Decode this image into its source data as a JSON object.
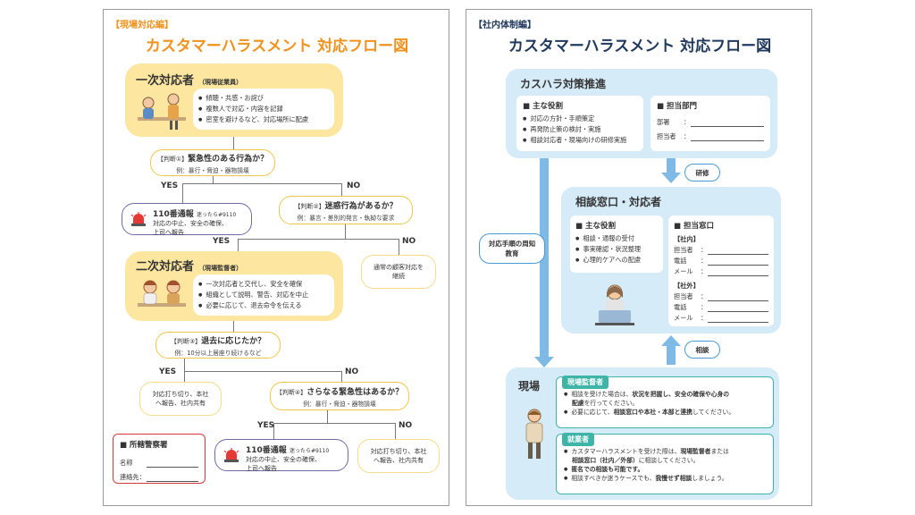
{
  "left": {
    "tag": "【現場対応編】",
    "title": "カスタマーハラスメント 対応フロー図",
    "primary": {
      "title": "一次対応者",
      "subtitle": "（現場従業員）",
      "items": [
        "傾聴・共感・お詫び",
        "複数人で対応・内容を記録",
        "密室を避けるなど、対応場所に配慮"
      ]
    },
    "d1": {
      "pre": "【判断①】",
      "q": "緊急性のある行為か？",
      "ex": "例：暴行・脅迫・器物損壊"
    },
    "yes": "YES",
    "no": "NO",
    "call1": {
      "title": "110番通報",
      "sub": "迷ったら#9110",
      "body1": "対応の中止、安全の確保、",
      "body2": "上司へ報告"
    },
    "d2": {
      "pre": "【判断②】",
      "q": "迷惑行為があるか？",
      "ex": "例：暴言・差別的発言・執拗な要求"
    },
    "normal": {
      "l1": "通常の顧客対応を",
      "l2": "継続"
    },
    "secondary": {
      "title": "二次対応者",
      "subtitle": "（現場監督者）",
      "items": [
        "一次対応者と交代し、安全を確保",
        "組織として説明、警告、対応を中止",
        "必要に応じて、退去命令を伝える"
      ]
    },
    "d3": {
      "pre": "【判断③】",
      "q": "退去に応じたか？",
      "ex": "例：10分以上居座り続けるなど"
    },
    "end1": {
      "l1": "対応打ち切り、本社",
      "l2": "へ報告、社内共有"
    },
    "d4": {
      "pre": "【判断④】",
      "q": "さらなる緊急性はあるか？",
      "ex": "例：暴行・脅迫・器物損壊"
    },
    "police": {
      "title": "所轄警察署",
      "name_label": "名称",
      "contact_label": "連絡先："
    },
    "call2": {
      "title": "110番通報",
      "sub": "迷ったら#9110",
      "body1": "対応の中止、安全の確保、",
      "body2": "上司へ報告"
    },
    "end2": {
      "l1": "対応打ち切り、本社",
      "l2": "へ報告、社内共有"
    }
  },
  "right": {
    "tag": "【社内体制編】",
    "title": "カスタマーハラスメント 対応フロー図",
    "promo": {
      "title": "カスハラ対策推進",
      "role_head": "主な役割",
      "roles": [
        "対応の方針・手順策定",
        "再発防止策の検討・実施",
        "相談対応者・現場向けの研修実施"
      ],
      "dept_head": "担当部門",
      "dept_label": "部署",
      "person_label": "担当者"
    },
    "training": "研修",
    "desk": {
      "title": "相談窓口・対応者",
      "role_head": "主な役割",
      "roles": [
        "相談・通報の受付",
        "事実確認・状況整理",
        "心理的ケアへの配慮"
      ],
      "contact_head": "担当窓口",
      "internal": "【社内】",
      "external": "【社外】",
      "person_label": "担当者",
      "phone_label": "電話",
      "mail_label": "メール"
    },
    "notice": {
      "l1": "対応手順の周知",
      "l2": "教育"
    },
    "consult": "相談",
    "site": {
      "title": "現場",
      "supervisor_tag": "現場監督者",
      "sup1a": "相談を受けた場合は、",
      "sup1b": "状況を把握し、安全の確保や心身の",
      "sup1c": "配慮",
      "sup1d": "を行ってください。",
      "sup2a": "必要に応じて、",
      "sup2b": "相談窓口や本社・本部と連携",
      "sup2c": "してください。",
      "staff_tag": "就業者",
      "st1a": "カスタマーハラスメントを受けた際は、",
      "st1b": "現場監督者",
      "st1c": "または",
      "st1d": "相談窓口（社内／外部）",
      "st1e": "に相談してください。",
      "st2": "匿名での相談も可能です。",
      "st3a": "相談すべきか迷うケースでも、",
      "st3b": "我慢せず相談",
      "st3c": "しましょう。"
    }
  },
  "colors": {
    "orange": "#f0921e",
    "navy": "#203a5c",
    "yellow": "#fde7a0",
    "blue": "#d5ebf8",
    "teal": "#3fb5a8"
  }
}
